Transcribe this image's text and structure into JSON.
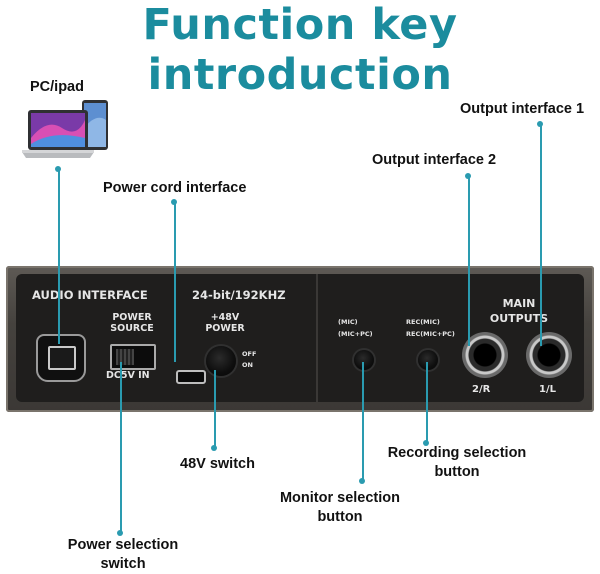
{
  "title": "Function key introduction",
  "callouts": {
    "pc_ipad": "PC/ipad",
    "power_cord": "Power cord interface",
    "output_1": "Output interface 1",
    "output_2": "Output interface 2",
    "switch_48v": "48V switch",
    "recording_line1": "Recording selection",
    "recording_line2": "button",
    "monitor_line1": "Monitor selection",
    "monitor_line2": "button",
    "power_sel_line1": "Power selection",
    "power_sel_line2": "switch"
  },
  "panel": {
    "audio_interface": "AUDIO INTERFACE",
    "bitrate": "24-bit/192KHZ",
    "power_source_1": "POWER",
    "power_source_2": "SOURCE",
    "dc5v": "DC5V IN",
    "p48v_1": "+48V",
    "p48v_2": "POWER",
    "off": "OFF",
    "on": "ON",
    "mon_mic": "(MIC)",
    "mon_micpc": "(MIC+PC)",
    "rec_mic": "REC(MIC)",
    "rec_micpc": "REC(MIC+PC)",
    "main_outputs_1": "MAIN",
    "main_outputs_2": "OUTPUTS",
    "out_2r": "2/R",
    "out_1l": "1/L"
  },
  "colors": {
    "accent": "#1b8c9e",
    "lead": "#2a9bb0",
    "panel": "#45423e"
  }
}
